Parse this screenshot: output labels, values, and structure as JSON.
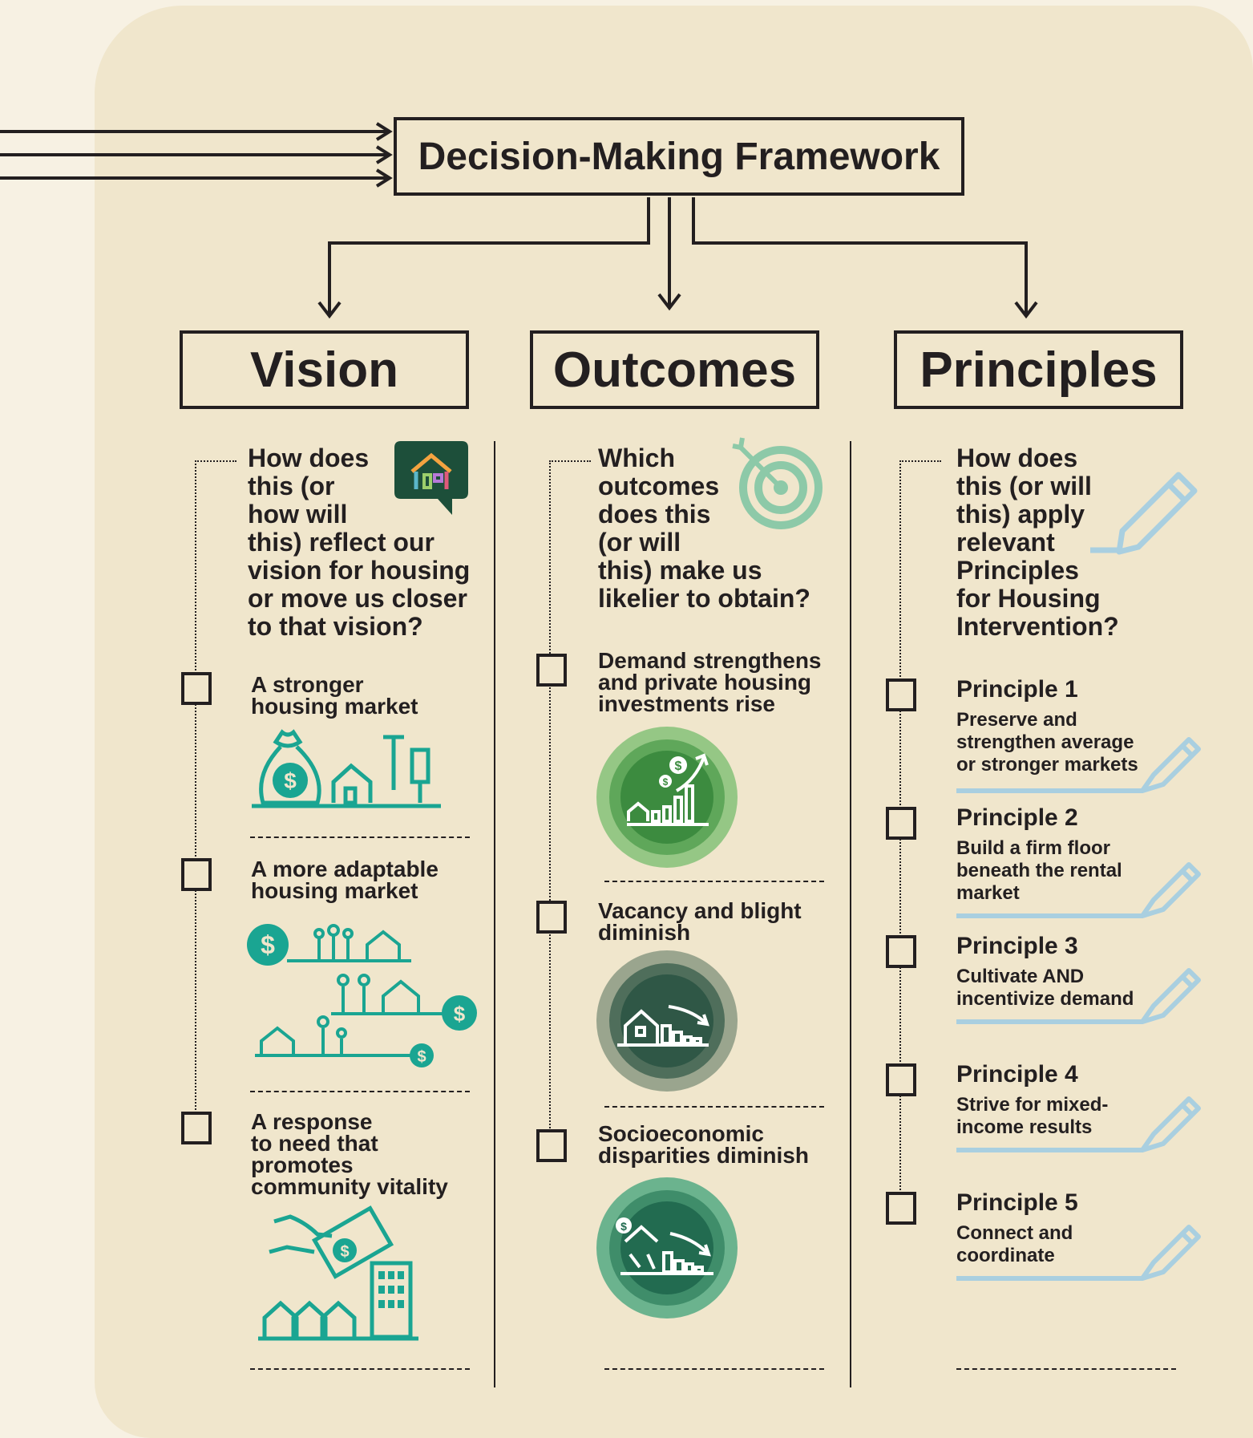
{
  "title": "Decision-Making Framework",
  "columns": {
    "vision": {
      "heading": "Vision",
      "question": [
        "How does",
        "this (or",
        "how will",
        "this) reflect our",
        "vision for housing",
        "or move us closer",
        "to that vision?"
      ],
      "items": [
        {
          "label": [
            "A stronger",
            "housing market"
          ],
          "icon": "money-bag-house-tools-icon"
        },
        {
          "label": [
            "A more adaptable",
            "housing market"
          ],
          "icon": "families-houses-dollar-icon"
        },
        {
          "label": [
            "A response",
            "to need that",
            "promotes",
            "community vitality"
          ],
          "icon": "hand-money-houses-icon"
        }
      ]
    },
    "outcomes": {
      "heading": "Outcomes",
      "question": [
        "Which",
        "outcomes",
        "does this",
        "(or will",
        "this) make us",
        "likelier to obtain?"
      ],
      "items": [
        {
          "label": [
            "Demand strengthens",
            "and private housing",
            "investments rise"
          ],
          "icon": "rising-bars-dollar-icon"
        },
        {
          "label": [
            "Vacancy and blight",
            "diminish"
          ],
          "icon": "falling-bars-house-icon"
        },
        {
          "label": [
            "Socioeconomic",
            "disparities diminish"
          ],
          "icon": "falling-bars-people-icon"
        }
      ]
    },
    "principles": {
      "heading": "Principles",
      "question": [
        "How does",
        "this (or will",
        "this) apply",
        "relevant",
        "Principles",
        "for Housing",
        "Intervention?"
      ],
      "items": [
        {
          "title": "Principle 1",
          "desc": [
            "Preserve and",
            "strengthen average",
            "or stronger markets"
          ]
        },
        {
          "title": "Principle 2",
          "desc": [
            "Build a firm floor",
            "beneath the rental",
            "market"
          ]
        },
        {
          "title": "Principle 3",
          "desc": [
            "Cultivate AND",
            "incentivize demand"
          ]
        },
        {
          "title": "Principle 4",
          "desc": [
            "Strive for mixed-",
            "income results"
          ]
        },
        {
          "title": "Principle 5",
          "desc": [
            "Connect and",
            "coordinate"
          ]
        }
      ]
    }
  },
  "colors": {
    "teal": "#1aa592",
    "pencil": "#a9cfe0",
    "dark-green": "#1d4f3a",
    "ink": "#231f20"
  }
}
